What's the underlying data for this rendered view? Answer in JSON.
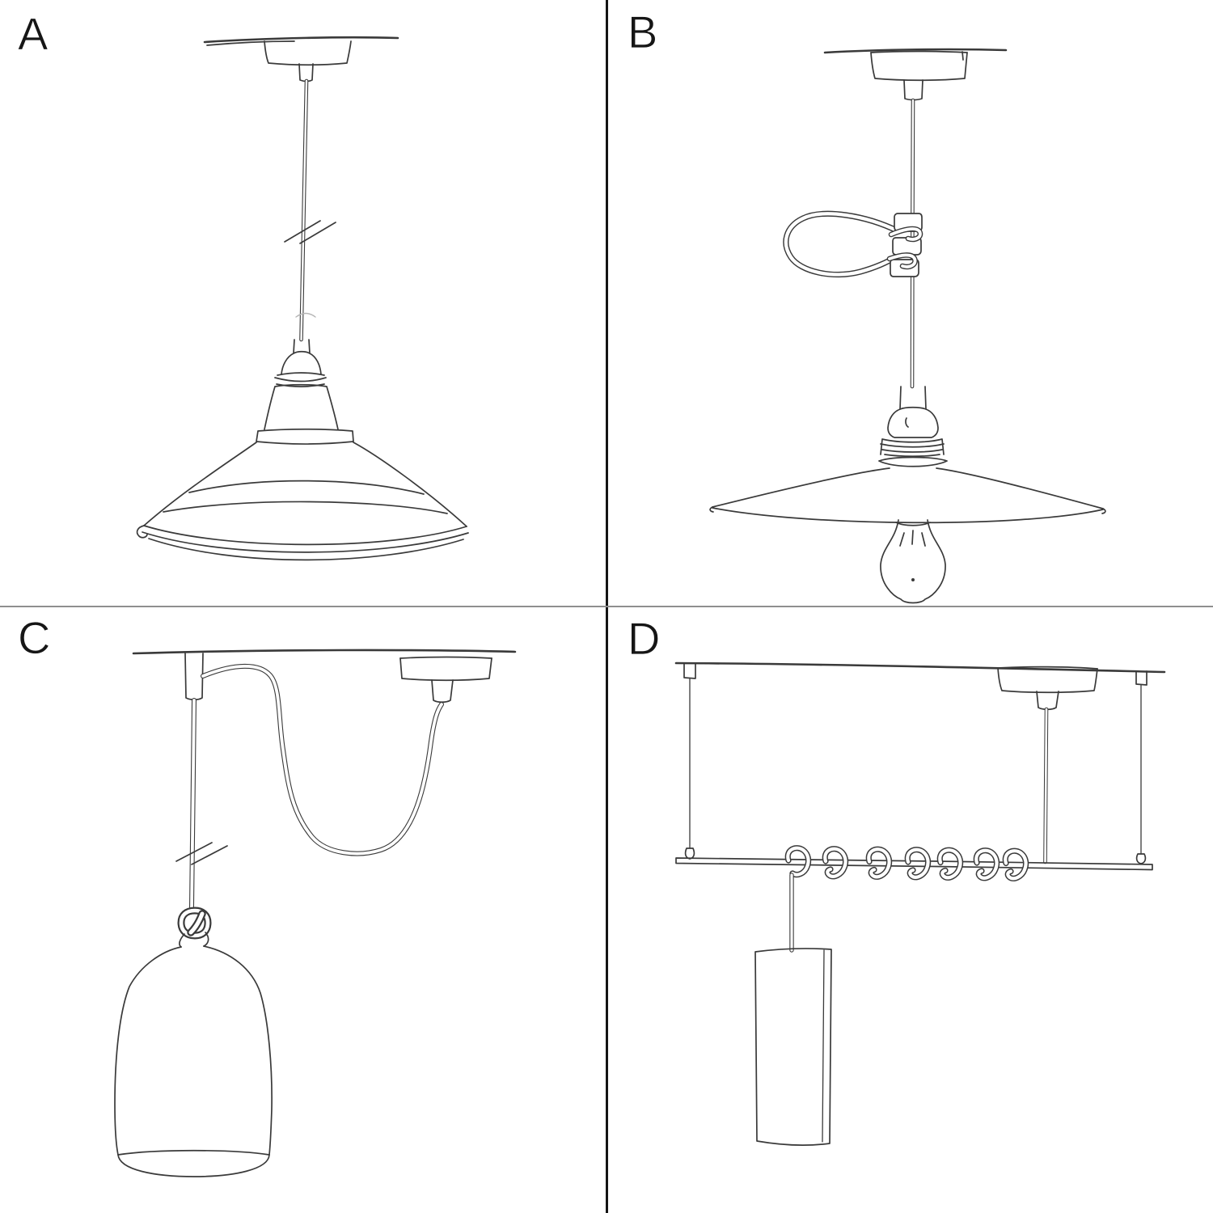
{
  "page": {
    "background": "#ffffff",
    "ink_color": "#3a3a3a",
    "vertical_divider_color": "#141414",
    "horizontal_divider_color": "#8f8f8f"
  },
  "panels": [
    {
      "label": "A",
      "sketch": "pendant-bowl-shade-sketch"
    },
    {
      "label": "B",
      "sketch": "pendant-flat-shade-bulb-hook-sketch"
    },
    {
      "label": "C",
      "sketch": "swag-pendant-bell-shade-knot-sketch"
    },
    {
      "label": "D",
      "sketch": "bar-suspension-cylinder-pendant-sketch"
    }
  ]
}
